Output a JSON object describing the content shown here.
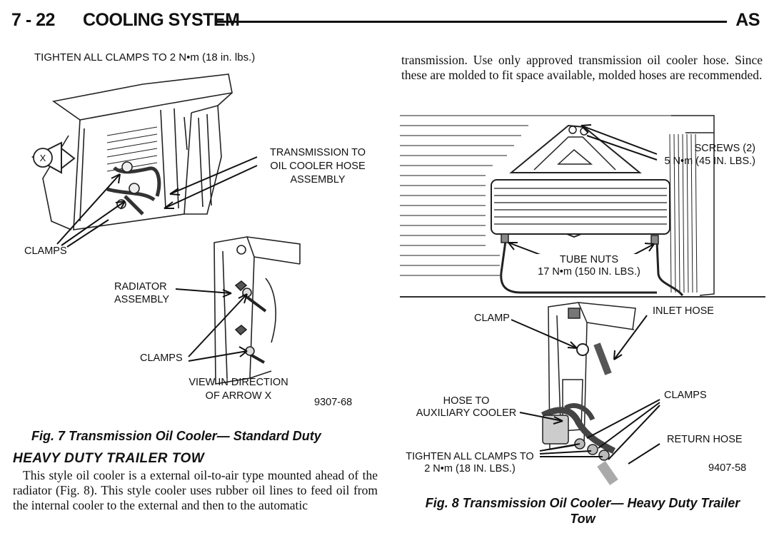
{
  "header": {
    "page_number": "7 - 22",
    "title": "COOLING SYSTEM",
    "code": "AS"
  },
  "fig7": {
    "tighten_note": "TIGHTEN ALL CLAMPS TO 2 N•m (18 in. lbs.)",
    "arrow_letter": "X",
    "label_hose_line1": "TRANSMISSION TO",
    "label_hose_line2": "OIL COOLER HOSE",
    "label_hose_line3": "ASSEMBLY",
    "label_clamps_top": "CLAMPS",
    "label_radiator_line1": "RADIATOR",
    "label_radiator_line2": "ASSEMBLY",
    "label_clamps_bottom": "CLAMPS",
    "view_line1": "VIEW IN DIRECTION",
    "view_line2": "OF ARROW X",
    "figure_code": "9307-68",
    "caption": "Fig. 7 Transmission Oil Cooler— Standard Duty"
  },
  "section": {
    "heading": "HEAVY DUTY TRAILER TOW"
  },
  "left_paragraph": "This style oil cooler is a external oil-to-air type mounted ahead of the radiator (Fig. 8). This style cooler uses rubber oil lines to feed oil from the internal cooler to the external and then to the automatic",
  "right_paragraph": "transmission. Use only approved transmission oil cooler hose. Since these are molded to fit space available, molded hoses are recommended.",
  "fig8": {
    "screws_line1": "SCREWS (2)",
    "screws_line2": "5 N•m (45 IN. LBS.)",
    "tube_nuts_line1": "TUBE NUTS",
    "tube_nuts_line2": "17 N•m (150 IN. LBS.)",
    "clamp": "CLAMP",
    "inlet_hose": "INLET HOSE",
    "hose_to_line1": "HOSE TO",
    "hose_to_line2": "AUXILIARY COOLER",
    "clamps": "CLAMPS",
    "return_hose": "RETURN HOSE",
    "tighten_line1": "TIGHTEN ALL CLAMPS TO",
    "tighten_line2": "2 N•m (18 IN. LBS.)",
    "figure_code": "9407-58",
    "caption_line1": "Fig. 8 Transmission Oil Cooler— Heavy Duty Trailer",
    "caption_line2": "Tow"
  }
}
